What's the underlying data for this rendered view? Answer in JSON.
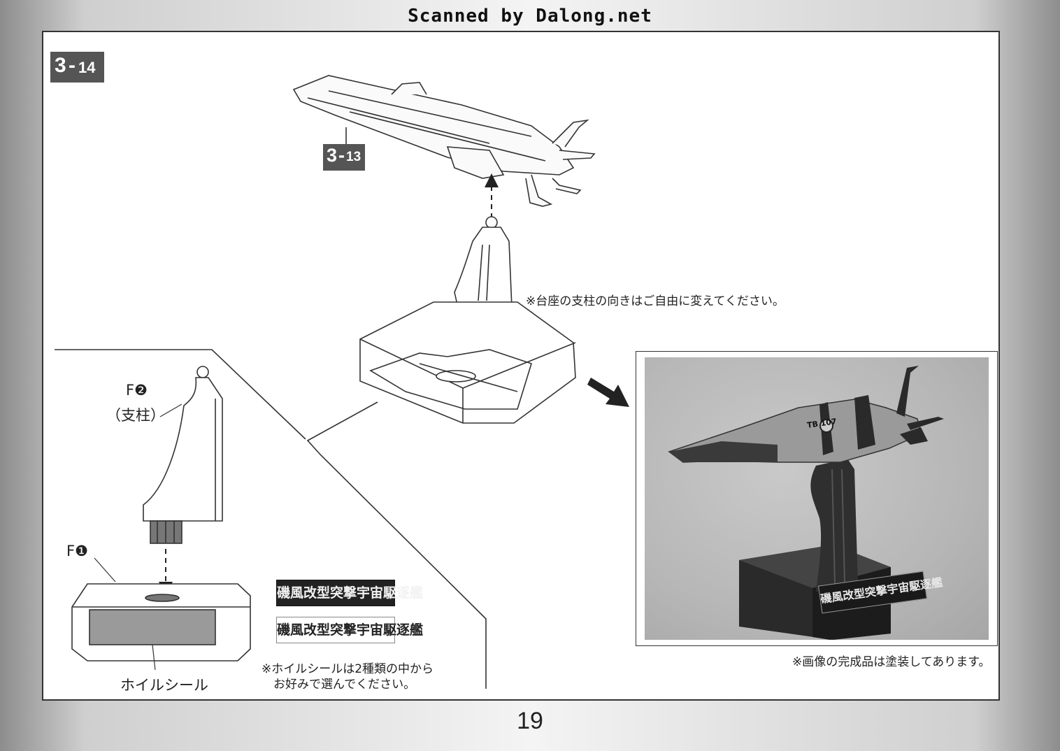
{
  "header": {
    "scan_credit": "Scanned by Dalong.net"
  },
  "steps": {
    "current": {
      "num": "3",
      "sub": "14"
    },
    "reference": {
      "num": "3",
      "sub": "13"
    }
  },
  "notes": {
    "pillar_orientation": "※台座の支柱の向きはご自由に変えてください。",
    "foil_choice_line1": "※ホイルシールは2種類の中から",
    "foil_choice_line2": "お好みで選んでください。",
    "photo_painted": "※画像の完成品は塗装してあります。"
  },
  "parts": {
    "f2_code": "F❷",
    "f2_name": "（支柱）",
    "f1_code": "F❶",
    "foil_seal": "ホイルシール"
  },
  "nameplates": {
    "dark": "磯風改型突撃宇宙駆逐艦",
    "light": "磯風改型突撃宇宙駆逐艦",
    "photo": "磯風改型突撃宇宙駆逐艦",
    "hull_mark": "TB 107"
  },
  "page_number": "19"
}
